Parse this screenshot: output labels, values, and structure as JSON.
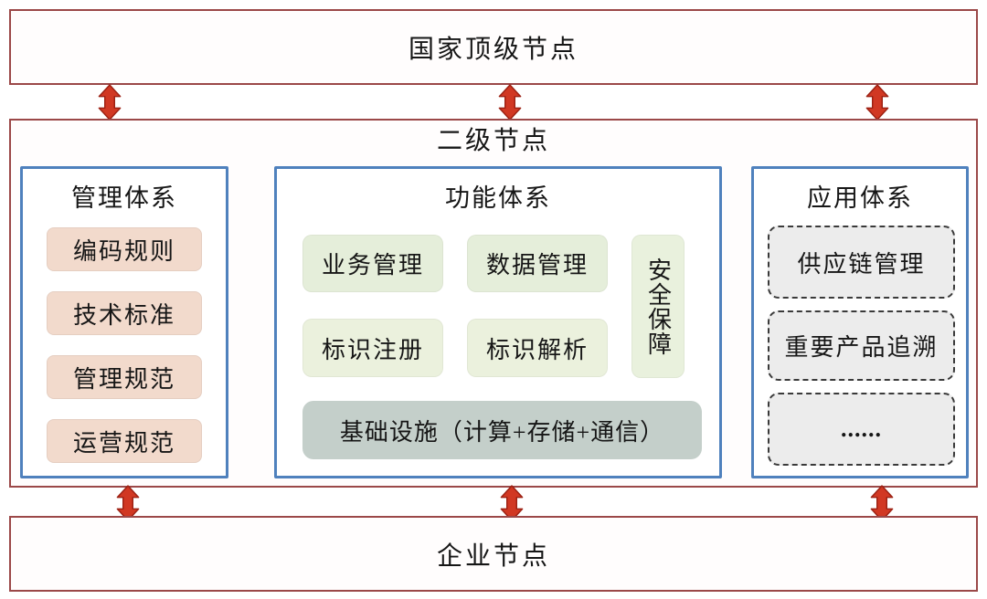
{
  "top_node": {
    "label": "国家顶级节点"
  },
  "second_node": {
    "label": "二级节点",
    "management": {
      "title": "管理体系",
      "items": [
        "编码规则",
        "技术标准",
        "管理规范",
        "运营规范"
      ]
    },
    "function": {
      "title": "功能体系",
      "row1": [
        "业务管理",
        "数据管理"
      ],
      "row2": [
        "标识注册",
        "标识解析"
      ],
      "security": "安全保障",
      "infrastructure": "基础设施（计算+存储+通信）"
    },
    "application": {
      "title": "应用体系",
      "items": [
        "供应链管理",
        "重要产品追溯",
        "......"
      ]
    }
  },
  "enterprise_node": {
    "label": "企业节点"
  },
  "colors": {
    "outer_border": "#9b4848",
    "panel_border": "#4f81bd",
    "pink_box": "#f2dacc",
    "green_box": "#e5eeda",
    "light_green_box": "#ebf1dd",
    "gray_box": "#c4cfca",
    "dashed_box_fill": "#ececec",
    "arrow_red": "#d13823"
  }
}
